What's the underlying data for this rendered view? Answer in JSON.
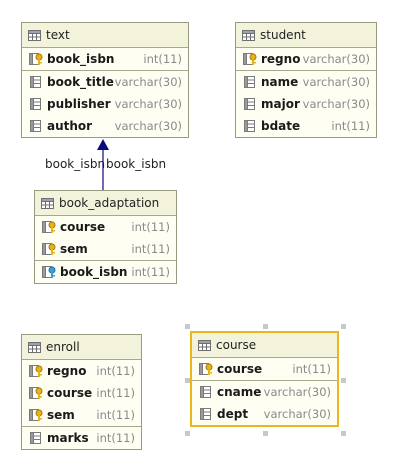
{
  "tables": {
    "text": {
      "title": "text",
      "columns": [
        {
          "name": "book_isbn",
          "type": "int(11)"
        },
        {
          "name": "book_title",
          "type": "varchar(30)"
        },
        {
          "name": "publisher",
          "type": "varchar(30)"
        },
        {
          "name": "author",
          "type": "varchar(30)"
        }
      ]
    },
    "student": {
      "title": "student",
      "columns": [
        {
          "name": "regno",
          "type": "varchar(30)"
        },
        {
          "name": "name",
          "type": "varchar(30)"
        },
        {
          "name": "major",
          "type": "varchar(30)"
        },
        {
          "name": "bdate",
          "type": "int(11)"
        }
      ]
    },
    "book_adaptation": {
      "title": "book_adaptation",
      "columns": [
        {
          "name": "course",
          "type": "int(11)"
        },
        {
          "name": "sem",
          "type": "int(11)"
        },
        {
          "name": "book_isbn",
          "type": "int(11)"
        }
      ]
    },
    "enroll": {
      "title": "enroll",
      "columns": [
        {
          "name": "regno",
          "type": "int(11)"
        },
        {
          "name": "course",
          "type": "int(11)"
        },
        {
          "name": "sem",
          "type": "int(11)"
        },
        {
          "name": "marks",
          "type": "int(11)"
        }
      ]
    },
    "course": {
      "title": "course",
      "columns": [
        {
          "name": "course",
          "type": "int(11)"
        },
        {
          "name": "cname",
          "type": "varchar(30)"
        },
        {
          "name": "dept",
          "type": "varchar(30)"
        }
      ]
    }
  },
  "relation": {
    "label_left": "book_isbn",
    "label_right": "book_isbn"
  },
  "colors": {
    "arrow": "#0b0b7a",
    "selection": "#e8b81e"
  }
}
